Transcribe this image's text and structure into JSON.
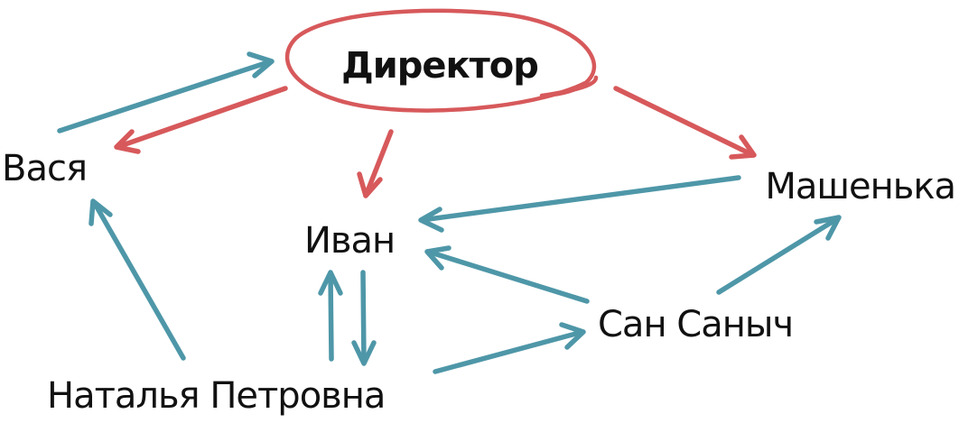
{
  "colors": {
    "blue": "#4e97a8",
    "red": "#d7595b",
    "text": "#111111"
  },
  "nodes": {
    "director": "Директор",
    "vasya": "Вася",
    "ivan": "Иван",
    "mashenka": "Машенька",
    "san_sanych": "Сан Саныч",
    "natalya_petrovna": "Наталья Петровна"
  },
  "edges": [
    {
      "from": "vasya",
      "to": "director",
      "color": "blue"
    },
    {
      "from": "director",
      "to": "vasya",
      "color": "red"
    },
    {
      "from": "director",
      "to": "ivan",
      "color": "red"
    },
    {
      "from": "director",
      "to": "mashenka",
      "color": "red"
    },
    {
      "from": "mashenka",
      "to": "ivan",
      "color": "blue"
    },
    {
      "from": "san_sanych",
      "to": "ivan",
      "color": "blue"
    },
    {
      "from": "san_sanych",
      "to": "mashenka",
      "color": "blue"
    },
    {
      "from": "natalya_petrovna",
      "to": "vasya",
      "color": "blue"
    },
    {
      "from": "natalya_petrovna",
      "to": "ivan",
      "color": "blue"
    },
    {
      "from": "ivan",
      "to": "natalya_petrovna",
      "color": "blue"
    },
    {
      "from": "natalya_petrovna",
      "to": "san_sanych",
      "color": "blue"
    }
  ]
}
